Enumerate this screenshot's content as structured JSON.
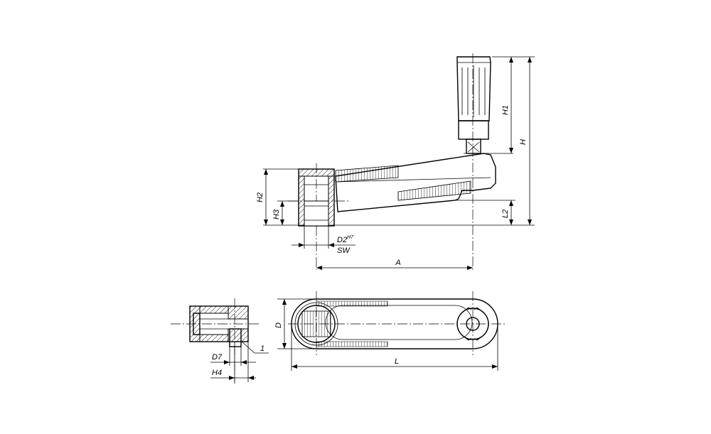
{
  "labels": {
    "H1": "H1",
    "H": "H",
    "H2": "H2",
    "H3": "H3",
    "L2": "L2",
    "D2": "D2",
    "H7": "H7",
    "SW": "SW",
    "A": "A",
    "D": "D",
    "L": "L",
    "D7": "D7",
    "H4": "H4",
    "item1": "1"
  }
}
